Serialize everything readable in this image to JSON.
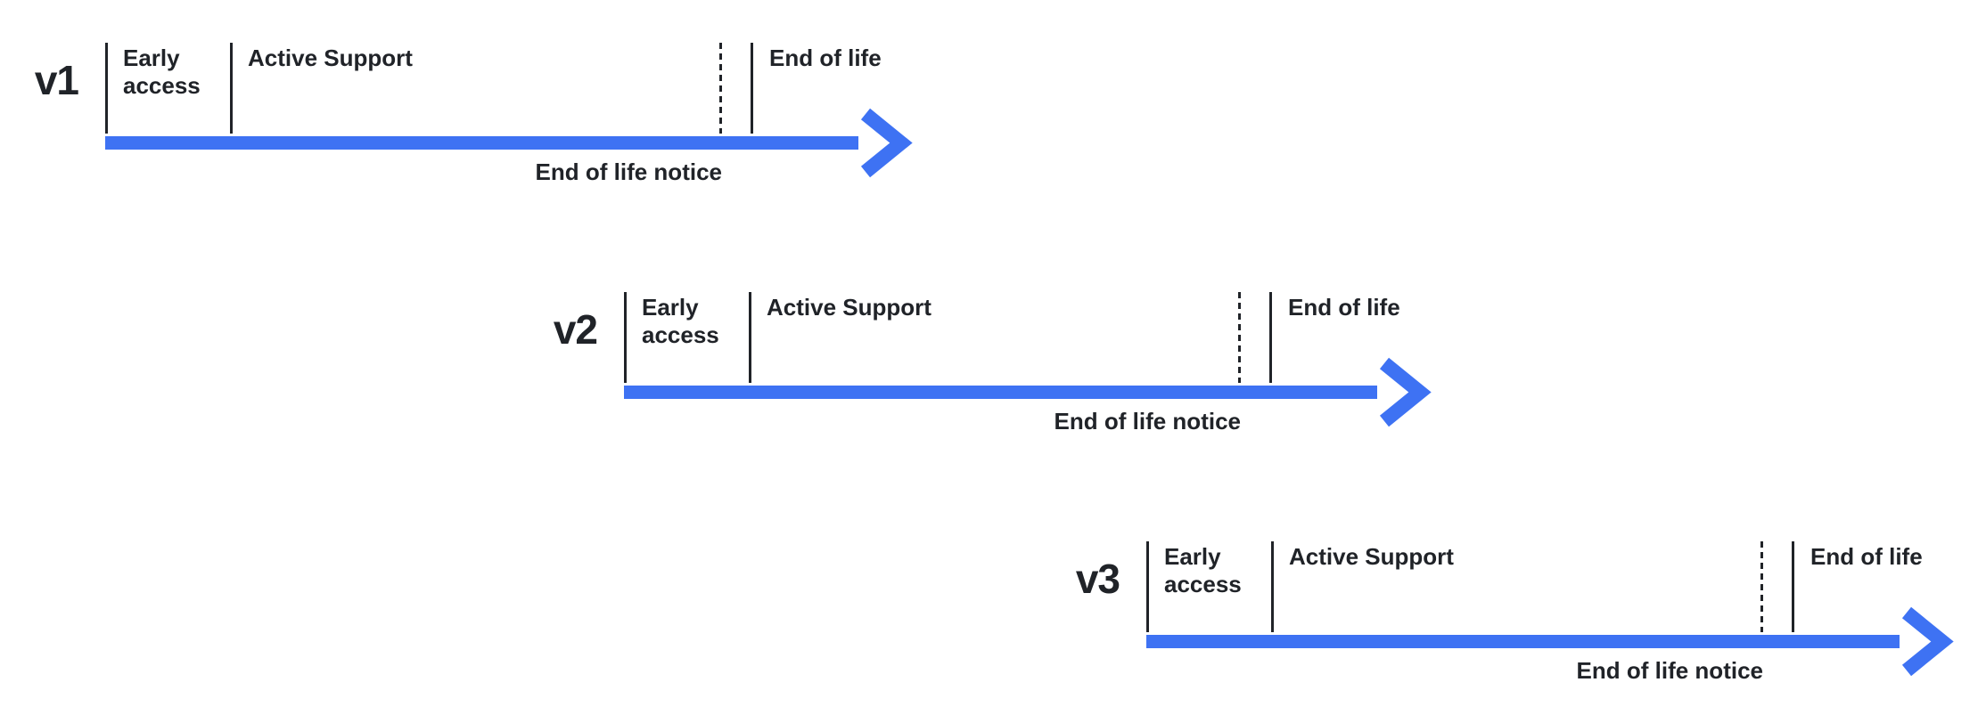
{
  "diagram": {
    "description": "Version release lifecycle timelines",
    "timelines": [
      {
        "version": "v1",
        "early_access_label": "Early access",
        "active_support_label": "Active Support",
        "end_of_life_label": "End of life",
        "end_of_life_notice_label": "End of life notice"
      },
      {
        "version": "v2",
        "early_access_label": "Early access",
        "active_support_label": "Active Support",
        "end_of_life_label": "End of life",
        "end_of_life_notice_label": "End of life notice"
      },
      {
        "version": "v3",
        "early_access_label": "Early access",
        "active_support_label": "Active Support",
        "end_of_life_label": "End of life",
        "end_of_life_notice_label": "End of life notice"
      }
    ]
  },
  "colors": {
    "arrow": "#3E72F3",
    "ink": "#202328",
    "background": "#ffffff"
  }
}
